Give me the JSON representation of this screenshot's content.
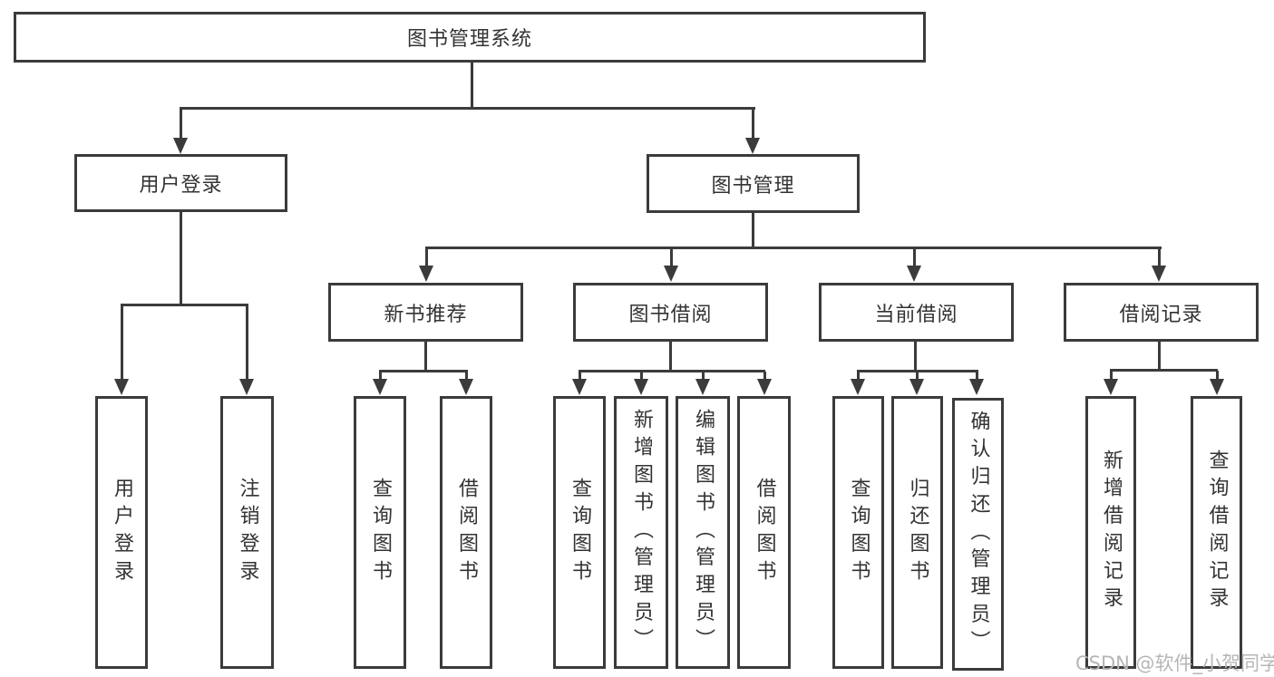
{
  "tree": {
    "label": "图书管理系统",
    "children": [
      {
        "label": "用户登录",
        "children": [
          {
            "label": "用户登录"
          },
          {
            "label": "注销登录"
          }
        ]
      },
      {
        "label": "图书管理",
        "children": [
          {
            "label": "新书推荐",
            "children": [
              {
                "label": "查询图书"
              },
              {
                "label": "借阅图书"
              }
            ]
          },
          {
            "label": "图书借阅",
            "children": [
              {
                "label": "查询图书"
              },
              {
                "label": "新增图书（管理员）"
              },
              {
                "label": "编辑图书（管理员）"
              },
              {
                "label": "借阅图书"
              }
            ]
          },
          {
            "label": "当前借阅",
            "children": [
              {
                "label": "查询图书"
              },
              {
                "label": "归还图书"
              },
              {
                "label": "确认归还（管理员）"
              }
            ]
          },
          {
            "label": "借阅记录",
            "children": [
              {
                "label": "新增借阅记录"
              },
              {
                "label": "查询借阅记录"
              }
            ]
          }
        ]
      }
    ]
  },
  "watermark": {
    "text": "CSDN @软件_小贺同学"
  },
  "colors": {
    "line": "#3b3b3b",
    "text": "#333333",
    "watermark": "#b6b6b6",
    "bg": "#ffffff"
  }
}
